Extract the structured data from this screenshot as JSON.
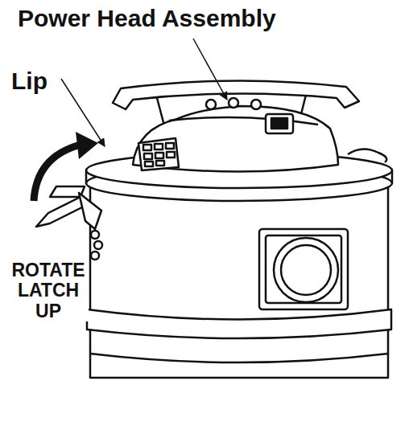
{
  "diagram": {
    "labels": [
      "Power Head Assembly",
      "Lip",
      "ROTATE LATCH UP"
    ]
  }
}
